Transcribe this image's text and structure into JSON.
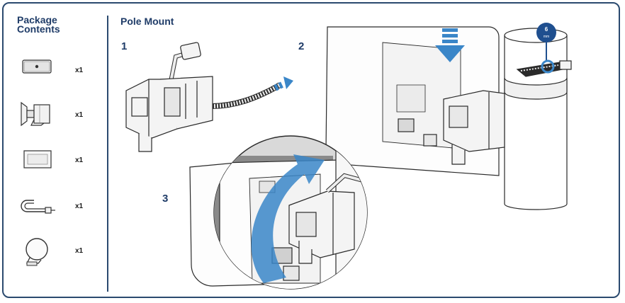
{
  "package": {
    "title": "Package\nContents",
    "items": [
      {
        "icon": "anchor-plate-icon",
        "qty": "x1"
      },
      {
        "icon": "mounting-bracket-icon",
        "qty": "x1"
      },
      {
        "icon": "adhesive-pad-icon",
        "qty": "x1"
      },
      {
        "icon": "cable-tie-icon",
        "qty": "x1"
      },
      {
        "icon": "pole-clamp-icon",
        "qty": "x1"
      }
    ]
  },
  "pole_mount": {
    "title": "Pole Mount",
    "steps": [
      "1",
      "2",
      "3"
    ],
    "tool_label": "6 mm"
  },
  "colors": {
    "heading": "#1f3c68",
    "arrow_blue": "#3a86c8",
    "badge": "#1f4f8f",
    "frame": "#2b4a6f",
    "line": "#2a2a2a"
  }
}
